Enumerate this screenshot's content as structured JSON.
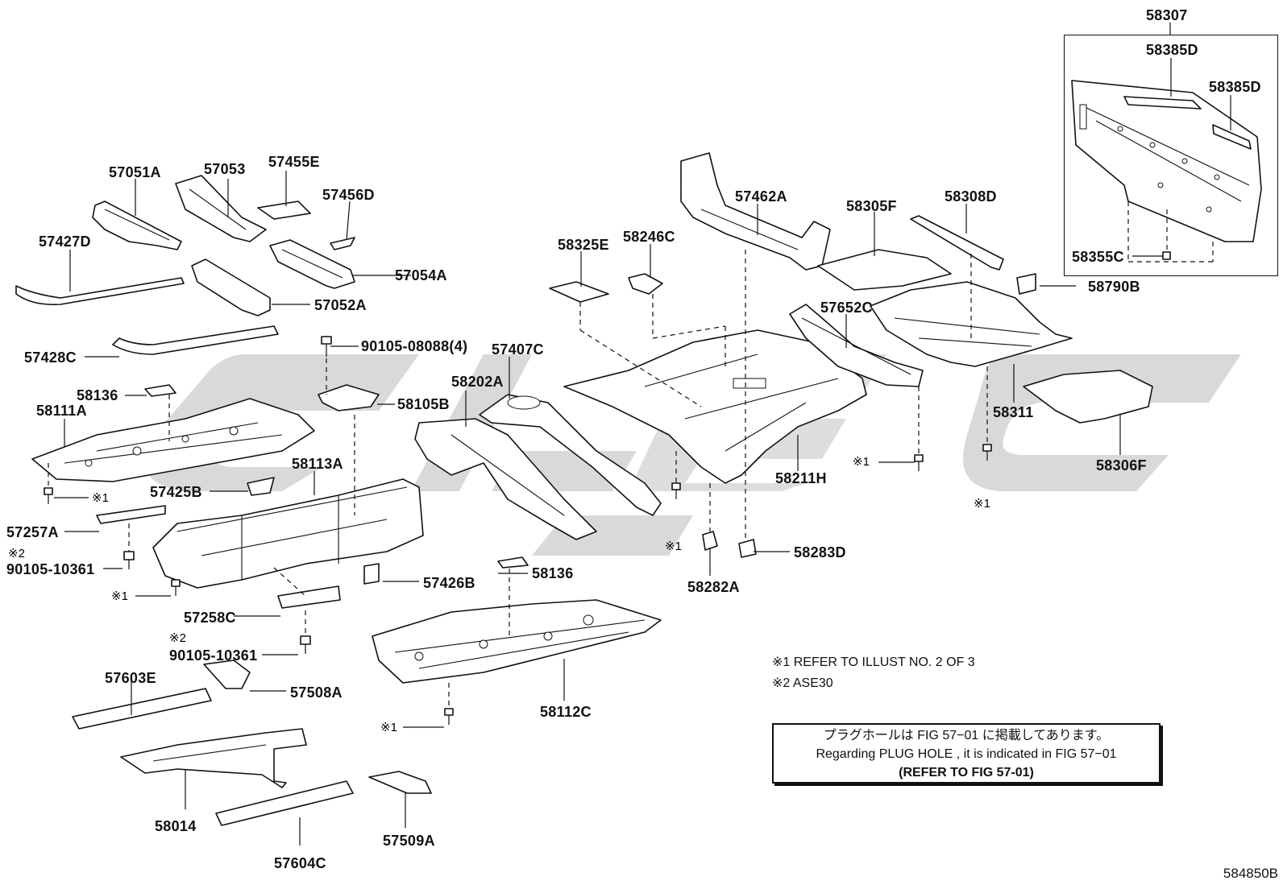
{
  "labels": {
    "p58307": "58307",
    "p58385D_a": "58385D",
    "p58385D_b": "58385D",
    "p58355C": "58355C",
    "p57051A": "57051A",
    "p57053": "57053",
    "p57455E": "57455E",
    "p57456D": "57456D",
    "p57427D": "57427D",
    "p57054A": "57054A",
    "p57052A": "57052A",
    "p57428C": "57428C",
    "p90105_08088": "90105-08088(4)",
    "p58136_a": "58136",
    "p58105B": "58105B",
    "p58111A": "58111A",
    "p57425B": "57425B",
    "p58113A": "58113A",
    "p57257A": "57257A",
    "p90105_10361_a": "90105-10361",
    "p57258C": "57258C",
    "p90105_10361_b": "90105-10361",
    "p57426B": "57426B",
    "p58136_b": "58136",
    "p57603E": "57603E",
    "p57508A": "57508A",
    "p58112C": "58112C",
    "p58014": "58014",
    "p57604C": "57604C",
    "p57509A": "57509A",
    "p57407C": "57407C",
    "p58202A": "58202A",
    "p58325E": "58325E",
    "p58246C": "58246C",
    "p57462A": "57462A",
    "p58305F": "58305F",
    "p58308D": "58308D",
    "p58790B": "58790B",
    "p57652C": "57652C",
    "p58311": "58311",
    "p58211H": "58211H",
    "p58306F": "58306F",
    "p58282A": "58282A",
    "p58283D": "58283D"
  },
  "refs": {
    "r1_a": "※1",
    "r1_b": "※1",
    "r1_c": "※1",
    "r1_d": "※1",
    "r1_e": "※1",
    "r1_f": "※1",
    "r2_a": "※2",
    "r2_b": "※2"
  },
  "notes": {
    "note1": "※1 REFER TO ILLUST NO. 2 OF 3",
    "note2": "※2 ASE30"
  },
  "notice": {
    "line_jp": "プラグホールは FIG 57−01 に掲載してあります。",
    "line_en": "Regarding PLUG HOLE , it is indicated in FIG 57−01",
    "line_ref": "(REFER TO FIG 57-01)"
  },
  "drawing_code": "584850B",
  "colors": {
    "watermark": "#d9d9d9",
    "ink": "#111111"
  }
}
